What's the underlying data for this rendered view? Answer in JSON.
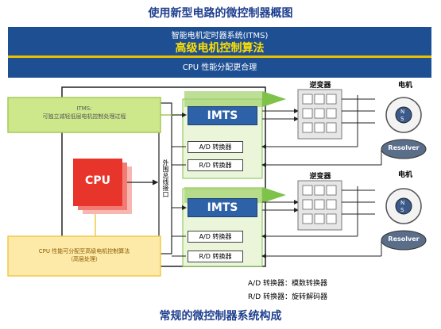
{
  "page_title": "使用新型电路的微控制器概图",
  "header": {
    "line1": "智能电机定时器系统(ITMS)",
    "line2": "高级电机控制算法",
    "line3": "CPU 性能分配更合理"
  },
  "itms_note": {
    "line1": "ITMS:",
    "line2": "可独立减轻低层电机控制处理过程"
  },
  "cpu_note": {
    "line1": "CPU 性能可分配至高级电机控制算法",
    "line2": "（高层处理）"
  },
  "cpu_label": "CPU",
  "bus_label": "外围总线接口",
  "channels": [
    {
      "imts_label": "IMTS",
      "ad_label": "A/D 转换器",
      "rd_label": "R/D 转换器",
      "inverter_label": "逆变器",
      "motor_label": "电机",
      "resolver_label": "Resolver"
    },
    {
      "imts_label": "IMTS",
      "ad_label": "A/D 转换器",
      "rd_label": "R/D 转换器",
      "inverter_label": "逆变器",
      "motor_label": "电机",
      "resolver_label": "Resolver"
    }
  ],
  "legend": {
    "ad": "A/D  转换器：模数转换器",
    "rd": "R/D  转换器：旋转解码器"
  },
  "caption": "常规的微控制器系统构成",
  "colors": {
    "header_blue": "#1e4f93",
    "header_yellow": "#ffe000",
    "itms_green": "#cde88a",
    "arrow_green": "#7fc24a",
    "cpu_red": "#e8352c",
    "note_yellow": "#f2c84b",
    "imts_blue": "#2d62a8"
  }
}
